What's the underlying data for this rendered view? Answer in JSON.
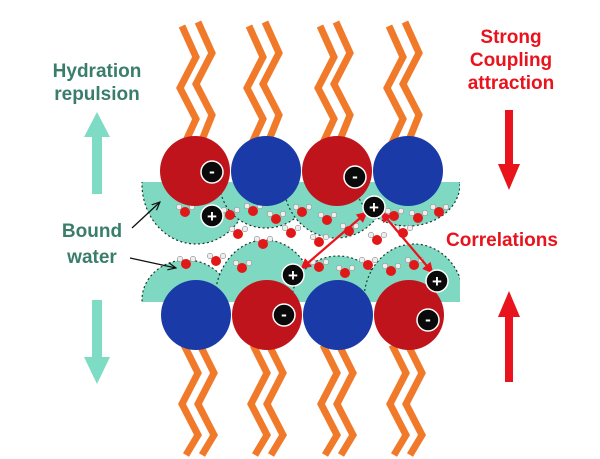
{
  "labels": {
    "hydration_line1": "Hydration",
    "hydration_line2": "repulsion",
    "strong_line1": "Strong",
    "strong_line2": "Coupling",
    "strong_line3": "attraction",
    "bound_line1": "Bound",
    "bound_line2": "water",
    "correlations": "Correlations"
  },
  "charge_symbols": {
    "negative": "-",
    "positive": "+"
  },
  "colors": {
    "text_green": "#3a7d6b",
    "text_red": "#e8131c",
    "arrow_teal": "#7fdcc4",
    "arrow_red": "#e8131c",
    "tail_orange": "#f07a2a",
    "headgroup_red": "#c0141c",
    "headgroup_blue": "#1a3aa8",
    "hydration_shell": "#7fd9c2",
    "water_oxygen": "#e01818",
    "water_hydrogen": "#f2f2f2"
  }
}
